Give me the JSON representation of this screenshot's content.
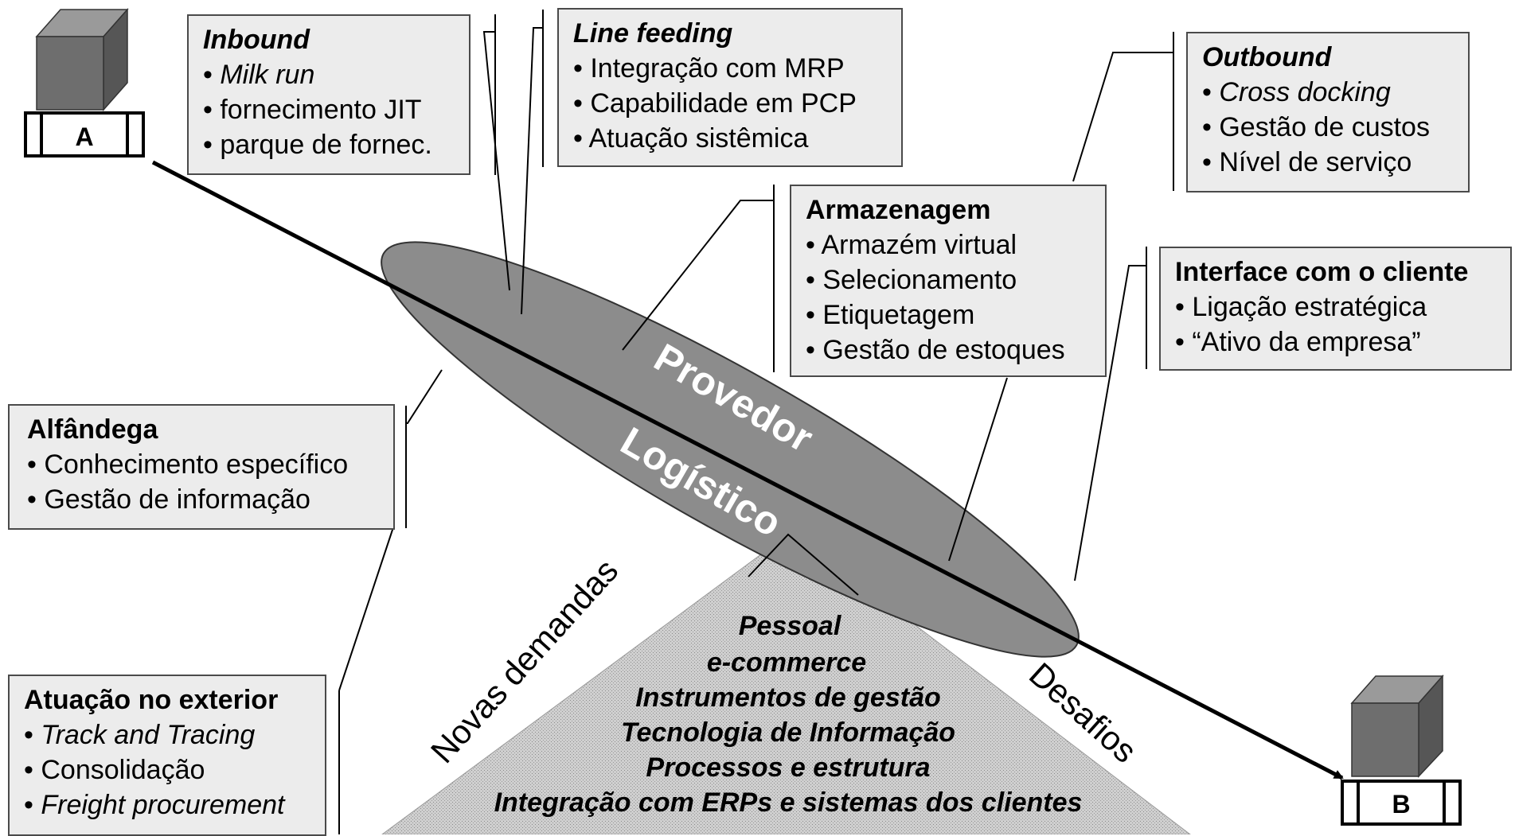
{
  "nodes": {
    "a_label": "A",
    "b_label": "B"
  },
  "ellipse": {
    "line1": "Provedor",
    "line2": "Logístico"
  },
  "triangle": {
    "left_label": "Novas demandas",
    "right_label": "Desafios",
    "items": [
      "Pessoal",
      "e-commerce",
      "Instrumentos de gestão",
      "Tecnologia de Informação",
      "Processos e estrutura",
      "Integração com ERPs e sistemas dos clientes"
    ]
  },
  "boxes": {
    "inbound": {
      "title": "Inbound",
      "items": [
        "Milk run",
        "fornecimento JIT",
        "parque de fornec."
      ]
    },
    "line_feeding": {
      "title": "Line feeding",
      "items": [
        "Integração com MRP",
        "Capabilidade em PCP",
        "Atuação sistêmica"
      ]
    },
    "outbound": {
      "title": "Outbound",
      "items": [
        "Cross docking",
        "Gestão de custos",
        "Nível de serviço"
      ]
    },
    "armazenagem": {
      "title": "Armazenagem",
      "items": [
        "Armazém virtual",
        "Selecionamento",
        "Etiquetagem",
        "Gestão de estoques"
      ]
    },
    "interface": {
      "title": "Interface com o cliente",
      "items": [
        "Ligação estratégica",
        "“Ativo da empresa”"
      ]
    },
    "alfandega": {
      "title": "Alfândega",
      "items": [
        "Conhecimento específico",
        "Gestão de informação"
      ]
    },
    "exterior": {
      "title": "Atuação no exterior",
      "items": [
        "Track and Tracing",
        "Consolidação",
        "Freight procurement"
      ]
    }
  },
  "bullet": "•",
  "colors": {
    "ellipse_fill": "#8c8c8c",
    "cube_front": "#6e6e6e",
    "cube_top": "#9a9a9a",
    "cube_side": "#565656",
    "box_fill": "#ececec",
    "triangle_fill": "#c8c8c8"
  }
}
